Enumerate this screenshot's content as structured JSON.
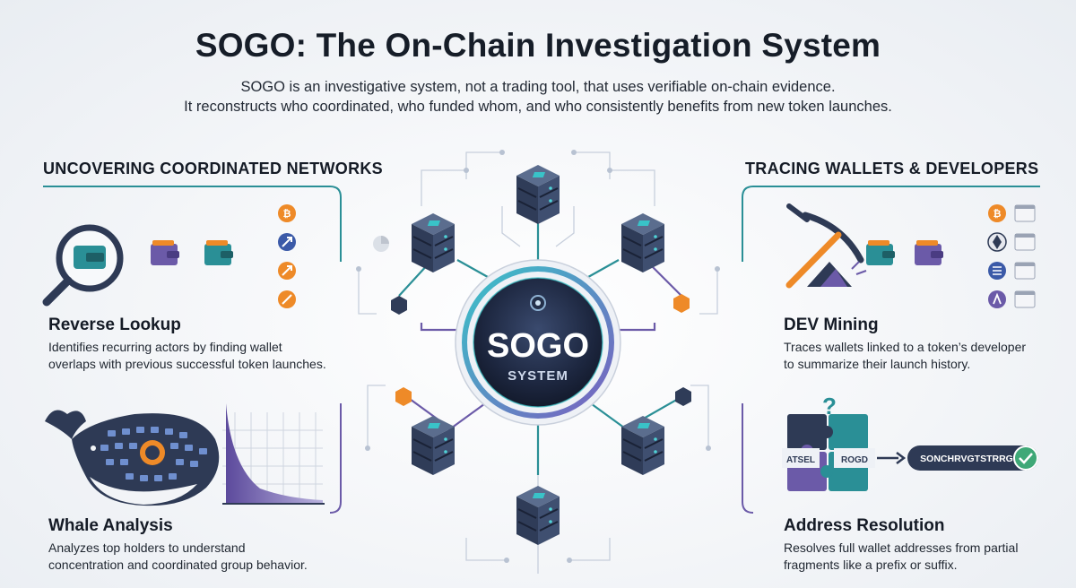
{
  "title": "SOGO: The On-Chain Investigation System",
  "subtitle_lines": [
    "SOGO is an investigative system, not a trading tool, that uses verifiable on-chain evidence.",
    "It reconstructs who coordinated, who funded whom, and who consistently benefits from new token launches."
  ],
  "left_section": {
    "heading": "UNCOVERING COORDINATED NETWORKS",
    "features": [
      {
        "title": "Reverse Lookup",
        "desc_lines": [
          "Identifies recurring actors by finding wallet",
          "overlaps with previous successful token launches."
        ]
      },
      {
        "title": "Whale Analysis",
        "desc_lines": [
          "Analyzes top holders to understand",
          "concentration and coordinated group behavior."
        ]
      }
    ]
  },
  "right_section": {
    "heading": "TRACING WALLETS & DEVELOPERS",
    "features": [
      {
        "title": "DEV Mining",
        "desc_lines": [
          "Traces wallets linked to a token’s developer",
          "to summarize their launch history."
        ]
      },
      {
        "title": "Address Resolution",
        "desc_lines": [
          "Resolves full wallet addresses from partial",
          "fragments like a prefix or suffix."
        ]
      }
    ]
  },
  "center_hub": {
    "line1": "SOGO",
    "line2": "SYSTEM"
  },
  "puzzle_labels": {
    "left": "ATSEL",
    "right": "ROGD",
    "question": "?"
  },
  "resolved_address": "SONCHRVGTSTRRG",
  "icons": {
    "hub": "sogo-system-hub-icon",
    "server": "server-stack-icon",
    "cube": "data-cube-icon",
    "magnifier": "magnifying-glass-wallet-icon",
    "wallet": "wallet-icon",
    "coin": "crypto-coin-icon",
    "pickaxe": "pickaxe-icon",
    "whale": "whale-icon",
    "puzzle": "puzzle-pieces-icon",
    "check": "check-icon"
  },
  "colors": {
    "teal": "#2a8f96",
    "navy": "#2c3a55",
    "purple": "#6b5aa8",
    "orange": "#ee8a28",
    "hub_dark": "#1d2740"
  }
}
